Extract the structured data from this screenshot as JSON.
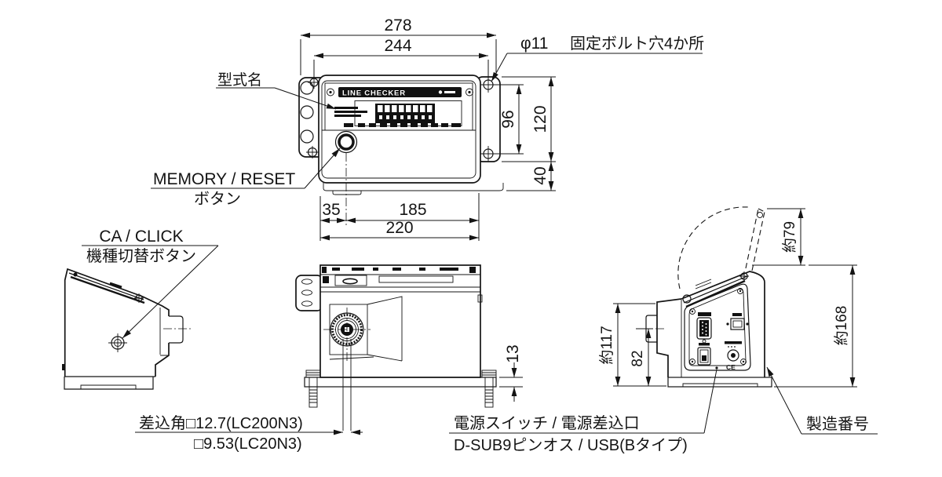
{
  "views": {
    "top": {
      "dims": {
        "overall_width": "278",
        "bolt_span_width": "244",
        "bolt_span_height": "96",
        "plate_height": "120",
        "plate_offset": "40",
        "button_offset": "35",
        "button_span": "185",
        "body_width": "220"
      },
      "labels": {
        "bolt_dia": "φ11",
        "bolt_note": "固定ボルト穴4か所",
        "model_name": "型式名",
        "memory_reset": "MEMORY / RESET",
        "button_suffix": "ボタン"
      },
      "device": {
        "brand": "LINE CHECKER"
      }
    },
    "left": {
      "labels": {
        "ca_click": "CA / CLICK",
        "mode_switch": "機種切替ボタン"
      }
    },
    "front": {
      "dims": {
        "base_height": "13"
      },
      "labels": {
        "drive_line1": "差込角□12.7(LC200N3)",
        "drive_line2": "□9.53(LC20N3)"
      }
    },
    "right": {
      "dims": {
        "cover_open": "約79",
        "total_height": "約168",
        "back_height": "約117",
        "boss_height": "82"
      },
      "labels": {
        "power_line1": "電源スイッチ / 電源差込口",
        "power_line2": "D-SUB9ピンオス / USB(Bタイプ)",
        "serial": "製造番号",
        "ce_mark": "CE"
      }
    }
  }
}
